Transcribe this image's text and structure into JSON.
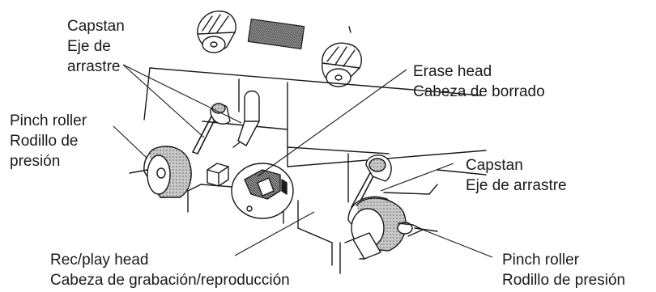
{
  "labels": {
    "capstan_left": {
      "en": "Capstan",
      "es_line1": "Eje de",
      "es_line2": "arrastre"
    },
    "pinch_roller_left": {
      "en": "Pinch roller",
      "es_line1": "Rodillo de",
      "es_line2": "presión"
    },
    "erase_head": {
      "en": "Erase head",
      "es": "Cabeza de borrado"
    },
    "capstan_right": {
      "en": "Capstan",
      "es": "Eje de arrastre"
    },
    "rec_play_head": {
      "en": "Rec/play head",
      "es": "Cabeza de grabación/reproducción"
    },
    "pinch_roller_right": {
      "en": "Pinch roller",
      "es": "Rodillo de presión"
    }
  },
  "colors": {
    "ink": "#1a1a1a",
    "paper": "#ffffff",
    "hatch": "#555555"
  }
}
